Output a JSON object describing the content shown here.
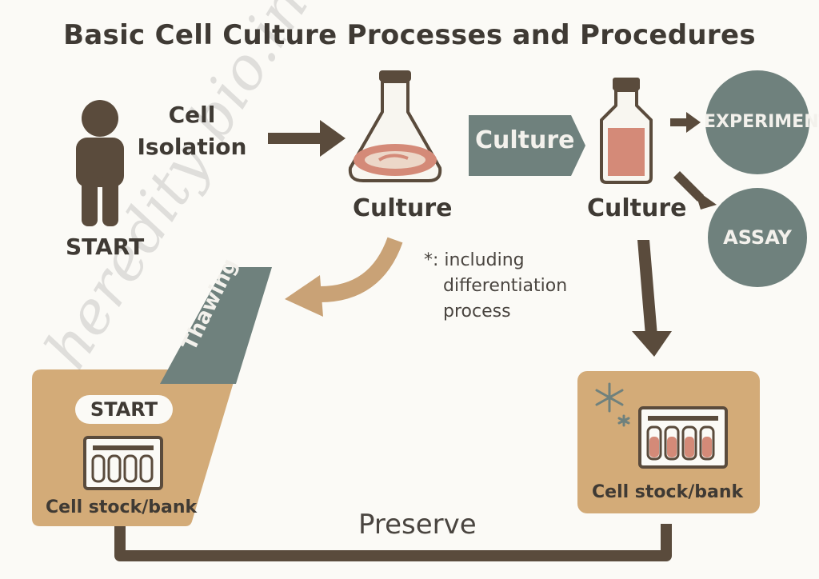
{
  "title": "Basic Cell Culture Processes and Procedures",
  "start_person": {
    "label": "START"
  },
  "isolation": {
    "line1": "Cell",
    "line2": "Isolation"
  },
  "flask": {
    "label": "Culture"
  },
  "culture_arrow": {
    "label": "Culture"
  },
  "bottle": {
    "label": "Culture"
  },
  "experiment": {
    "label": "EXPERIMENT"
  },
  "assay": {
    "label": "ASSAY"
  },
  "note": {
    "line1": "*: including",
    "line2": "differentiation",
    "line3": "process"
  },
  "thawing": {
    "label": "Thawing"
  },
  "left_bank": {
    "start_label": "START",
    "label": "Cell stock/bank"
  },
  "right_bank": {
    "label": "Cell stock/bank"
  },
  "preserve": {
    "label": "Preserve"
  },
  "watermark": {
    "text": "heredity bio.in"
  },
  "colors": {
    "dark_brown": "#5a4b3c",
    "slate": "#6f817d",
    "tan": "#d3ab78",
    "salmon": "#d48a78",
    "light_brown": "#c9a276",
    "text": "#3f3a34"
  }
}
